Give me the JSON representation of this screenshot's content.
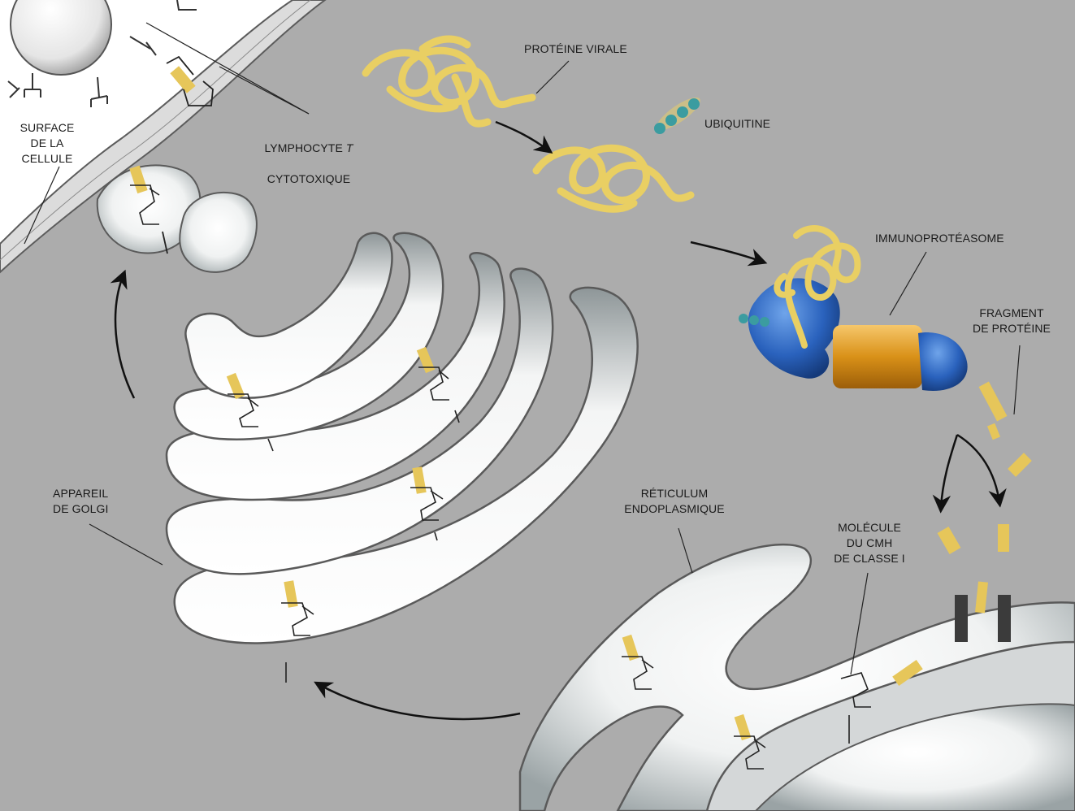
{
  "labels": {
    "cell_surface": "SURFACE\nDE LA\nCELLULE",
    "t_lymphocyte_main": "LYMPHOCYTE ",
    "t_lymphocyte_t": "T",
    "t_lymphocyte_line2": "CYTOTOXIQUE",
    "viral_protein": "PROTÉINE VIRALE",
    "ubiquitin": "UBIQUITINE",
    "immunoproteasome": "IMMUNOPROTÉASOME",
    "protein_fragment": "FRAGMENT\nDE PROTÉINE",
    "golgi": "APPAREIL\nDE GOLGI",
    "er": "RÉTICULUM\nENDOPLASMIQUE",
    "mhc": "MOLÉCULE\nDU CMH\nDE CLASSE I"
  },
  "colors": {
    "cytoplasm": "#a9a9a9",
    "membrane": "#dedede",
    "protein": "#e9cf63",
    "ubiquitin": "#3b9ca0",
    "proteasome_blue": "#2f6ac4",
    "proteasome_orange": "#e3a12a",
    "tap": "#3b3b3b"
  }
}
